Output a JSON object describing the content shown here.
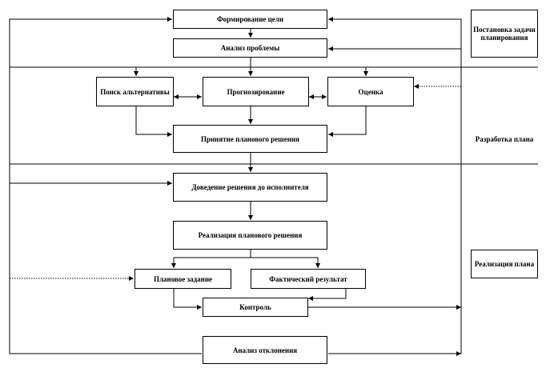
{
  "boxes": {
    "goal": "Формирование цели",
    "problem": "Анализ проблемы",
    "alternatives": "Поиск альтернативы",
    "forecast": "Прогнозирование",
    "evaluation": "Оценка",
    "plan_decision": "Принятие планового решения",
    "delivery": "Доведение решения до исполнителя",
    "implementation": "Реализация планового решения",
    "plan_task": "Плановое задание",
    "actual_result": "Фактический результат",
    "control": "Контроль",
    "deviation": "Анализ отклонения"
  },
  "stages": {
    "setting": "Постановка задачи планирования",
    "development": "Разработка плана",
    "realization": "Реализация плана"
  }
}
